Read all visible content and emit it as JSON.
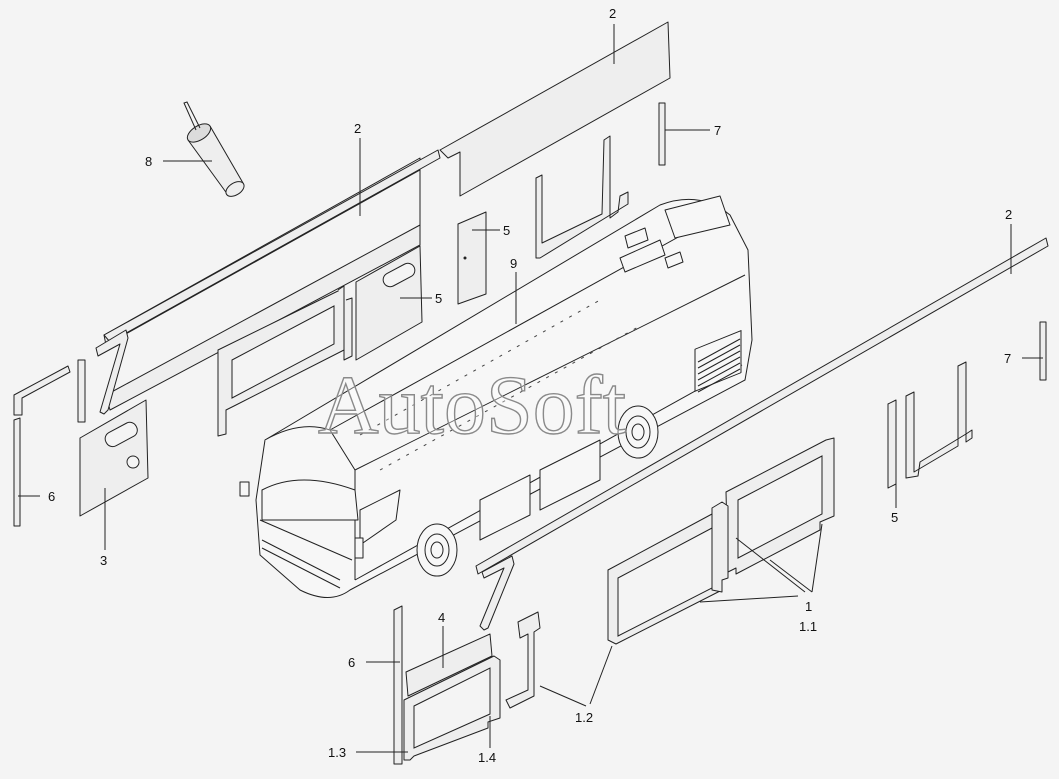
{
  "watermark": "AutoSoft",
  "callouts": {
    "c2_top": "2",
    "c2_mid": "2",
    "c2_right": "2",
    "c7_top": "7",
    "c7_right": "7",
    "c8": "8",
    "c5_a": "5",
    "c5_b": "5",
    "c5_c": "5",
    "c9": "9",
    "c6_left": "6",
    "c6_bottom": "6",
    "c3": "3",
    "c4": "4",
    "c1": "1",
    "c1_1": "1.1",
    "c1_2": "1.2",
    "c1_3": "1.3",
    "c1_4": "1.4"
  }
}
